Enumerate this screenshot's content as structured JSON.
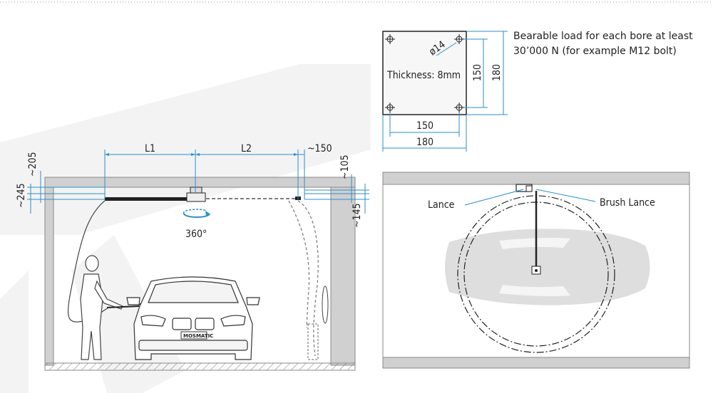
{
  "plate": {
    "thickness": "Thickness: 8mm",
    "bore": "ø14",
    "inner_w": "150",
    "outer_w": "180",
    "inner_h": "150",
    "outer_h": "180",
    "note_line1": "Bearable load for each bore at least",
    "note_line2": "30’000 N (for example M12 bolt)"
  },
  "front": {
    "l1": "L1",
    "l2": "L2",
    "d150": "~150",
    "d205": "~205",
    "d245": "~245",
    "d105": "~105",
    "d145": "~145",
    "rotation": "360°",
    "plate_brand": "MOSMATIC"
  },
  "top": {
    "lance": "Lance",
    "brush_lance": "Brush Lance"
  },
  "colors": {
    "dimension": "#2a8fc9",
    "wall": "#d0d0d0",
    "wall_edge": "#888888",
    "watermark": "#f3f3f3",
    "line": "#222222"
  }
}
